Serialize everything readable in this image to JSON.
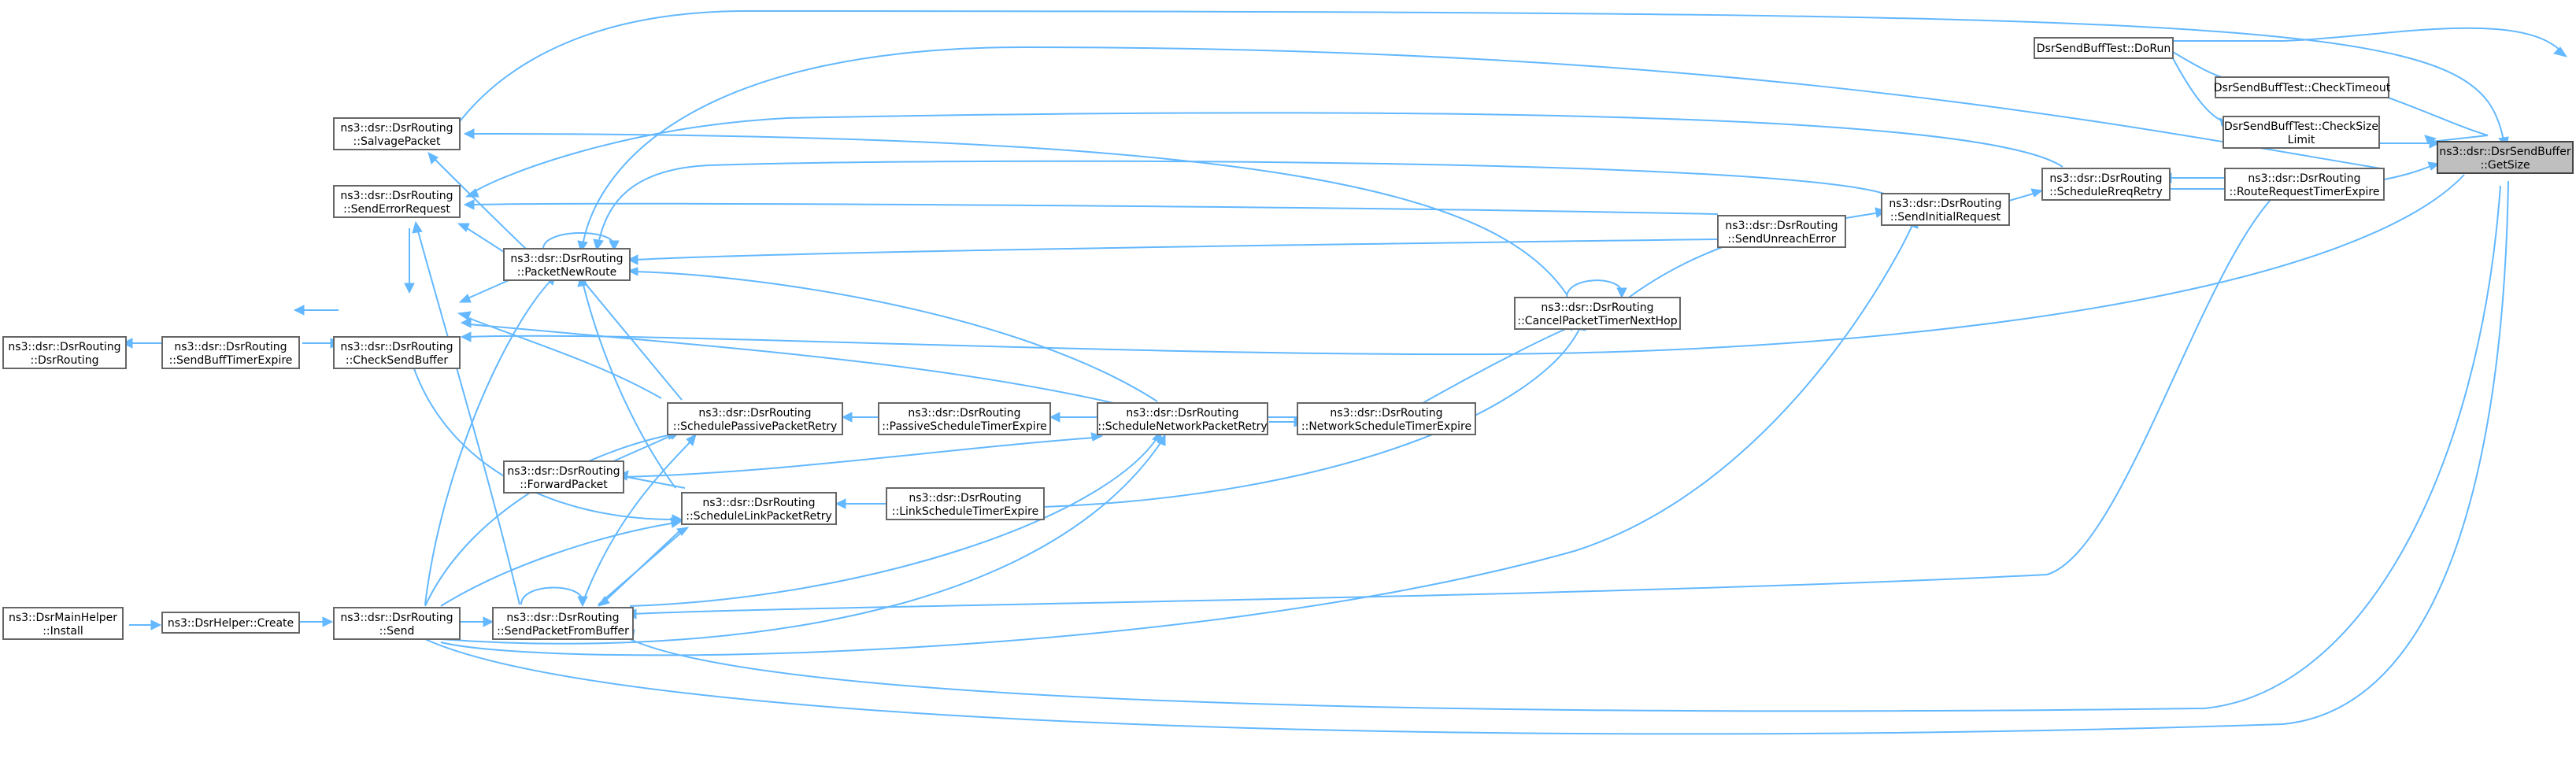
{
  "graph": {
    "root": "n_getsize",
    "colors": {
      "edge": "#63b8ff",
      "node_border": "#666666",
      "root_fill": "#bfbfbf",
      "node_fill": "#ffffff"
    },
    "nodes": [
      {
        "id": "n_getsize",
        "lines": [
          "ns3::dsr::DsrSendBuffer",
          "::GetSize"
        ],
        "root": true
      },
      {
        "id": "n_dorun",
        "lines": [
          "DsrSendBuffTest::DoRun"
        ]
      },
      {
        "id": "n_checktimeout",
        "lines": [
          "DsrSendBuffTest::CheckTimeout"
        ]
      },
      {
        "id": "n_checksizelimit",
        "lines": [
          "DsrSendBuffTest::CheckSize",
          "Limit"
        ]
      },
      {
        "id": "n_routerequesttimerexpire",
        "lines": [
          "ns3::dsr::DsrRouting",
          "::RouteRequestTimerExpire"
        ]
      },
      {
        "id": "n_schedulereqretry",
        "lines": [
          "ns3::dsr::DsrRouting",
          "::ScheduleRreqRetry"
        ]
      },
      {
        "id": "n_sendinitialrequest",
        "lines": [
          "ns3::dsr::DsrRouting",
          "::SendInitialRequest"
        ]
      },
      {
        "id": "n_sendunreacherror",
        "lines": [
          "ns3::dsr::DsrRouting",
          "::SendUnreachError"
        ]
      },
      {
        "id": "n_cancelpackettimer",
        "lines": [
          "ns3::dsr::DsrRouting",
          "::CancelPacketTimerNextHop"
        ]
      },
      {
        "id": "n_networkscheduletimerexpire",
        "lines": [
          "ns3::dsr::DsrRouting",
          "::NetworkScheduleTimerExpire"
        ]
      },
      {
        "id": "n_schedulenetworkpacketretry",
        "lines": [
          "ns3::dsr::DsrRouting",
          "::ScheduleNetworkPacketRetry"
        ]
      },
      {
        "id": "n_passivescheduletimerexpire",
        "lines": [
          "ns3::dsr::DsrRouting",
          "::PassiveScheduleTimerExpire"
        ]
      },
      {
        "id": "n_linkscheduletimerexpire",
        "lines": [
          "ns3::dsr::DsrRouting",
          "::LinkScheduleTimerExpire"
        ]
      },
      {
        "id": "n_schedulepassivepacketretry",
        "lines": [
          "ns3::dsr::DsrRouting",
          "::SchedulePassivePacketRetry"
        ]
      },
      {
        "id": "n_schedulelinkpacketretry",
        "lines": [
          "ns3::dsr::DsrRouting",
          "::ScheduleLinkPacketRetry"
        ]
      },
      {
        "id": "n_packetnewroute",
        "lines": [
          "ns3::dsr::DsrRouting",
          "::PacketNewRoute"
        ]
      },
      {
        "id": "n_forwardpacket",
        "lines": [
          "ns3::dsr::DsrRouting",
          "::ForwardPacket"
        ]
      },
      {
        "id": "n_sendpacketfrombuffer",
        "lines": [
          "ns3::dsr::DsrRouting",
          "::SendPacketFromBuffer"
        ]
      },
      {
        "id": "n_salvagepacket",
        "lines": [
          "ns3::dsr::DsrRouting",
          "::SalvagePacket"
        ]
      },
      {
        "id": "n_senderrorrequest",
        "lines": [
          "ns3::dsr::DsrRouting",
          "::SendErrorRequest"
        ]
      },
      {
        "id": "n_checksendbuffer",
        "lines": [
          "ns3::dsr::DsrRouting",
          "::CheckSendBuffer"
        ]
      },
      {
        "id": "n_send",
        "lines": [
          "ns3::dsr::DsrRouting",
          "::Send"
        ]
      },
      {
        "id": "n_sendbufftimerexpire",
        "lines": [
          "ns3::dsr::DsrRouting",
          "::SendBuffTimerExpire"
        ]
      },
      {
        "id": "n_dsrrouting",
        "lines": [
          "ns3::dsr::DsrRouting",
          "::DsrRouting"
        ]
      },
      {
        "id": "n_create",
        "lines": [
          "ns3::DsrHelper::Create"
        ]
      },
      {
        "id": "n_install",
        "lines": [
          "ns3::DsrMainHelper",
          "::Install"
        ]
      }
    ]
  }
}
